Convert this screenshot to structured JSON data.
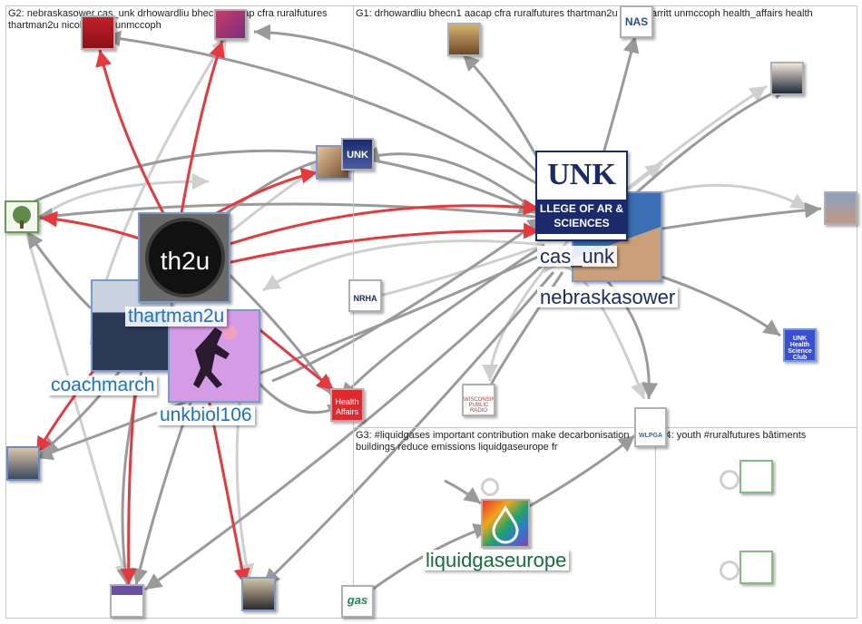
{
  "groups": [
    {
      "id": "G2",
      "label": "G2: nebraskasower cas_unk drhowardliu bhecn1 aacap cfra ruralfutures thartman2u nicolecarritt unmccoph"
    },
    {
      "id": "G1",
      "label": "G1: drhowardliu bhecn1 aacap cfra ruralfutures thartman2u nicolecarritt unmccoph health_affairs health"
    },
    {
      "id": "G3",
      "label": "G3: #liquidgases important contribution make decarbonisation buildings reduce emissions liquidgaseurope fr"
    },
    {
      "id": "G4",
      "label": "G4: youth #ruralfutures bâtiments"
    }
  ],
  "nodes": {
    "thartman2u": {
      "label": "thartman2u",
      "image_text": "th2u",
      "color": "#111111"
    },
    "coachmarch": {
      "label": "coachmarch",
      "color": "#8a9bb3"
    },
    "unkbiol106": {
      "label": "unkbiol106",
      "color": "#d59be6"
    },
    "cas_unk": {
      "label": "cas_unk",
      "image_text": "UNK",
      "image_subtext": "LLEGE OF AR & SCIENCES",
      "color": "#1b2a6b"
    },
    "nebraskasower": {
      "label": "nebraskasower",
      "color": "#3a6fb5"
    },
    "liquidgaseurope": {
      "label": "liquidgaseurope",
      "color": "#8b3fb0"
    },
    "health_affairs": {
      "image_text": "Health Affairs",
      "color": "#e0282e"
    },
    "nrha": {
      "image_text": "NRHA",
      "color": "#ffffff"
    },
    "unk_health": {
      "image_text": "UNK Health Science Club",
      "color": "#3a4fd8"
    },
    "gas_logo": {
      "image_text": "gas",
      "color": "#ffffff"
    },
    "wpg": {
      "image_text": "WLPGA",
      "color": "#ffffff"
    },
    "wisconsin": {
      "image_text": "WISCONSIN PUBLIC RADIO",
      "color": "#ffffff"
    }
  },
  "accent_colors": {
    "red_edge": "#e8383c",
    "gray_edge": "#9a9a9a",
    "light_edge": "#cfcfcf",
    "label_blue": "#1a73c8",
    "label_navy": "#1b2a6b",
    "label_green": "#13703a"
  }
}
